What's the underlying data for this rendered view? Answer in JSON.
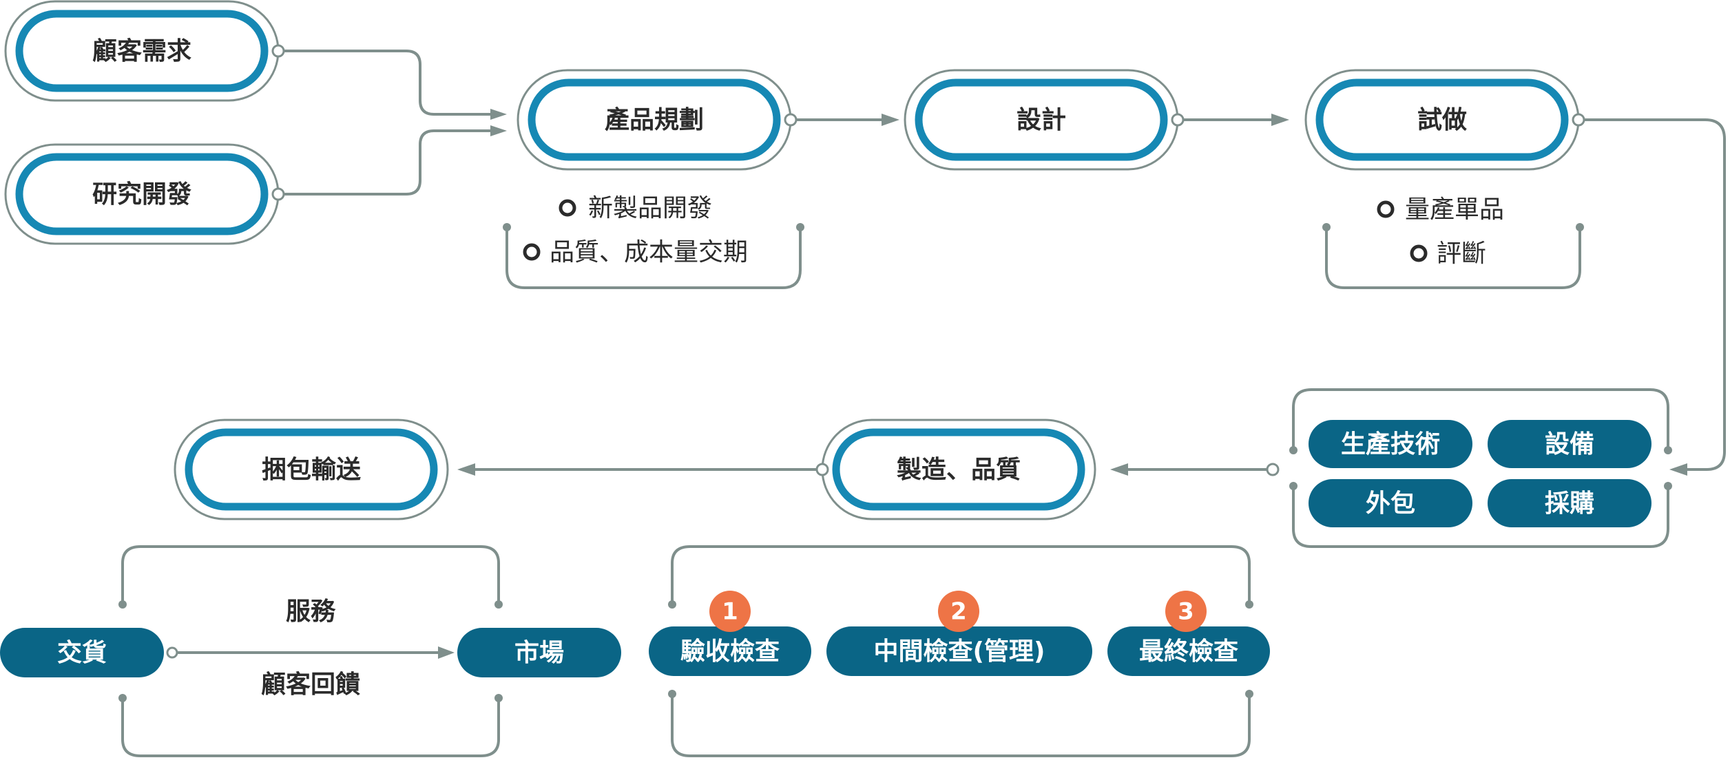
{
  "nodes": {
    "customer_demand": "顧客需求",
    "rnd": "研究開發",
    "product_planning": "產品規劃",
    "design": "設計",
    "trial": "試做",
    "manufacturing_quality": "製造、品質",
    "packing_shipping": "捆包輸送"
  },
  "planning_notes": [
    "新製品開發",
    "品質、成本量交期"
  ],
  "trial_notes": [
    "量產單品",
    "評斷"
  ],
  "production_tags": [
    "生產技術",
    "設備",
    "外包",
    "採購"
  ],
  "delivery": {
    "delivery_label": "交貨",
    "market_label": "市場",
    "service_label": "服務",
    "feedback_label": "顧客回饋"
  },
  "inspections": [
    {
      "badge": "1",
      "label": "驗收檢查"
    },
    {
      "badge": "2",
      "label": "中間檢查(管理)"
    },
    {
      "badge": "3",
      "label": "最終檢查"
    }
  ],
  "colors": {
    "accent_blue": "#1688b4",
    "tag_blue": "#0a6586",
    "connector_gray": "#7f8f8c",
    "badge_orange": "#ee7446"
  }
}
